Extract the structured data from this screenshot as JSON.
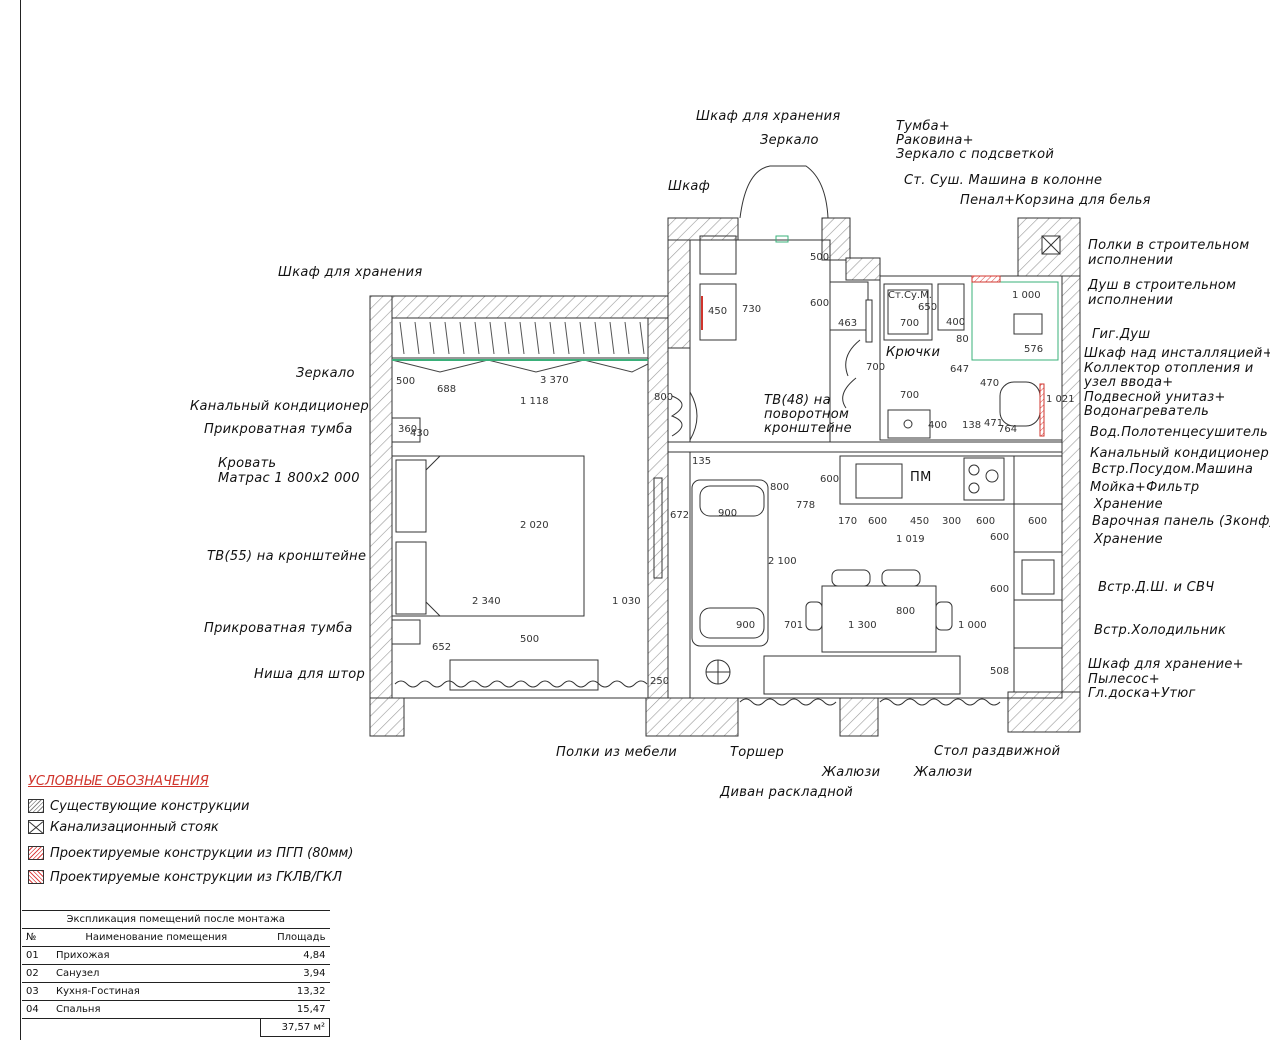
{
  "labels": {
    "storage_top": "Шкаф для хранения",
    "mirror_top": "Зеркало",
    "wardrobe": "Шкаф",
    "vanity": "Тумба+\nРаковина+\nЗеркало с подсветкой",
    "washer": "Ст. Суш. Машина в колонне",
    "pencil_case": "Пенал+Корзина для белья",
    "shelves_built": "Полки в строительном\nисполнении",
    "shower_built": "Душ в строительном\nисполнении",
    "hygienic_shower": "Гиг.Душ",
    "install_cabinet": "Шкаф над инсталляцией+\nКоллектор отопления и\nузел ввода+\nПодвесной унитаз+\nВодонагреватель",
    "towel_dryer": "Вод.Полотенцесушитель",
    "duct_ac_right": "Канальный кондиционер",
    "dishwasher": "Встр.Посудом.Машина",
    "sink_filter": "Мойка+Фильтр",
    "storage_1": "Хранение",
    "hob": "Варочная панель (3конф)",
    "storage_2": "Хранение",
    "oven_mw": "Встр.Д.Ш. и СВЧ",
    "fridge": "Встр.Холодильник",
    "utility": "Шкаф для хранение+\nПылесос+\nГл.доска+Утюг",
    "storage_left": "Шкаф для хранения",
    "mirror_left": "Зеркало",
    "duct_ac_left": "Канальный кондиционер",
    "nightstand_1": "Прикроватная тумба",
    "bed": "Кровать\nМатрас 1 800х2 000",
    "tv55": "ТВ(55) на кронштейне",
    "nightstand_2": "Прикроватная тумба",
    "curtain_niche": "Ниша для штор",
    "hooks": "Крючки",
    "tv48": "ТВ(48) на\nповоротном\nкронштейне",
    "pm": "ПМ",
    "washer_small": "Ст.Су.М.",
    "shelves_furniture": "Полки из мебели",
    "floor_lamp": "Торшер",
    "blinds_1": "Жалюзи",
    "blinds_2": "Жалюзи",
    "table": "Стол раздвижной",
    "sofa": "Диван раскладной"
  },
  "dims": {
    "d500a": "500",
    "d688": "688",
    "d3370": "3 370",
    "d800a": "800",
    "d1118": "1 118",
    "d360": "360",
    "d430": "430",
    "d2020": "2 020",
    "d2340": "2 340",
    "d1030": "1 030",
    "d652": "652",
    "d500b": "500",
    "d250": "250",
    "d450": "450",
    "d730": "730",
    "d500c": "500",
    "d600a": "600",
    "d463": "463",
    "d700a": "700",
    "d650": "650",
    "d400a": "400",
    "d1000a": "1 000",
    "d80": "80",
    "d576": "576",
    "d700b": "700",
    "d647": "647",
    "d470": "470",
    "d700c": "700",
    "d400b": "400",
    "d138": "138",
    "d471": "471",
    "d764": "764",
    "d1021": "1 021",
    "d135": "135",
    "d800b": "800",
    "d600b": "600",
    "d778": "778",
    "d900a": "900",
    "d672": "672",
    "d2100": "2 100",
    "d900b": "900",
    "d701": "701",
    "d1300": "1 300",
    "d1019": "1 019",
    "d800c": "800",
    "d1000b": "1 000",
    "d170": "170",
    "d600c": "600",
    "d450b": "450",
    "d300": "300",
    "d600d": "600",
    "d600e": "600",
    "d600f": "600",
    "d600g": "600",
    "d508": "508"
  },
  "legend": {
    "title": "УСЛОВНЫЕ ОБОЗНАЧЕНИЯ",
    "items": [
      "Существующие конструкции",
      "Канализационный стояк",
      "Проектируемые конструкции из ПГП (80мм)",
      "Проектируемые конструкции из ГКЛВ/ГКЛ"
    ]
  },
  "explication": {
    "caption": "Экспликация помещений после монтажа",
    "headers": [
      "№",
      "Наименование помещения",
      "Площадь"
    ],
    "rows": [
      [
        "01",
        "Прихожая",
        "4,84"
      ],
      [
        "02",
        "Санузел",
        "3,94"
      ],
      [
        "03",
        "Кухня-Гостиная",
        "13,32"
      ],
      [
        "04",
        "Спальня",
        "15,47"
      ]
    ],
    "total": "37,57 м²"
  },
  "colors": {
    "wall_hatch": "#888888",
    "accent_red": "#d0342c",
    "glass_green": "#3ab07a"
  }
}
